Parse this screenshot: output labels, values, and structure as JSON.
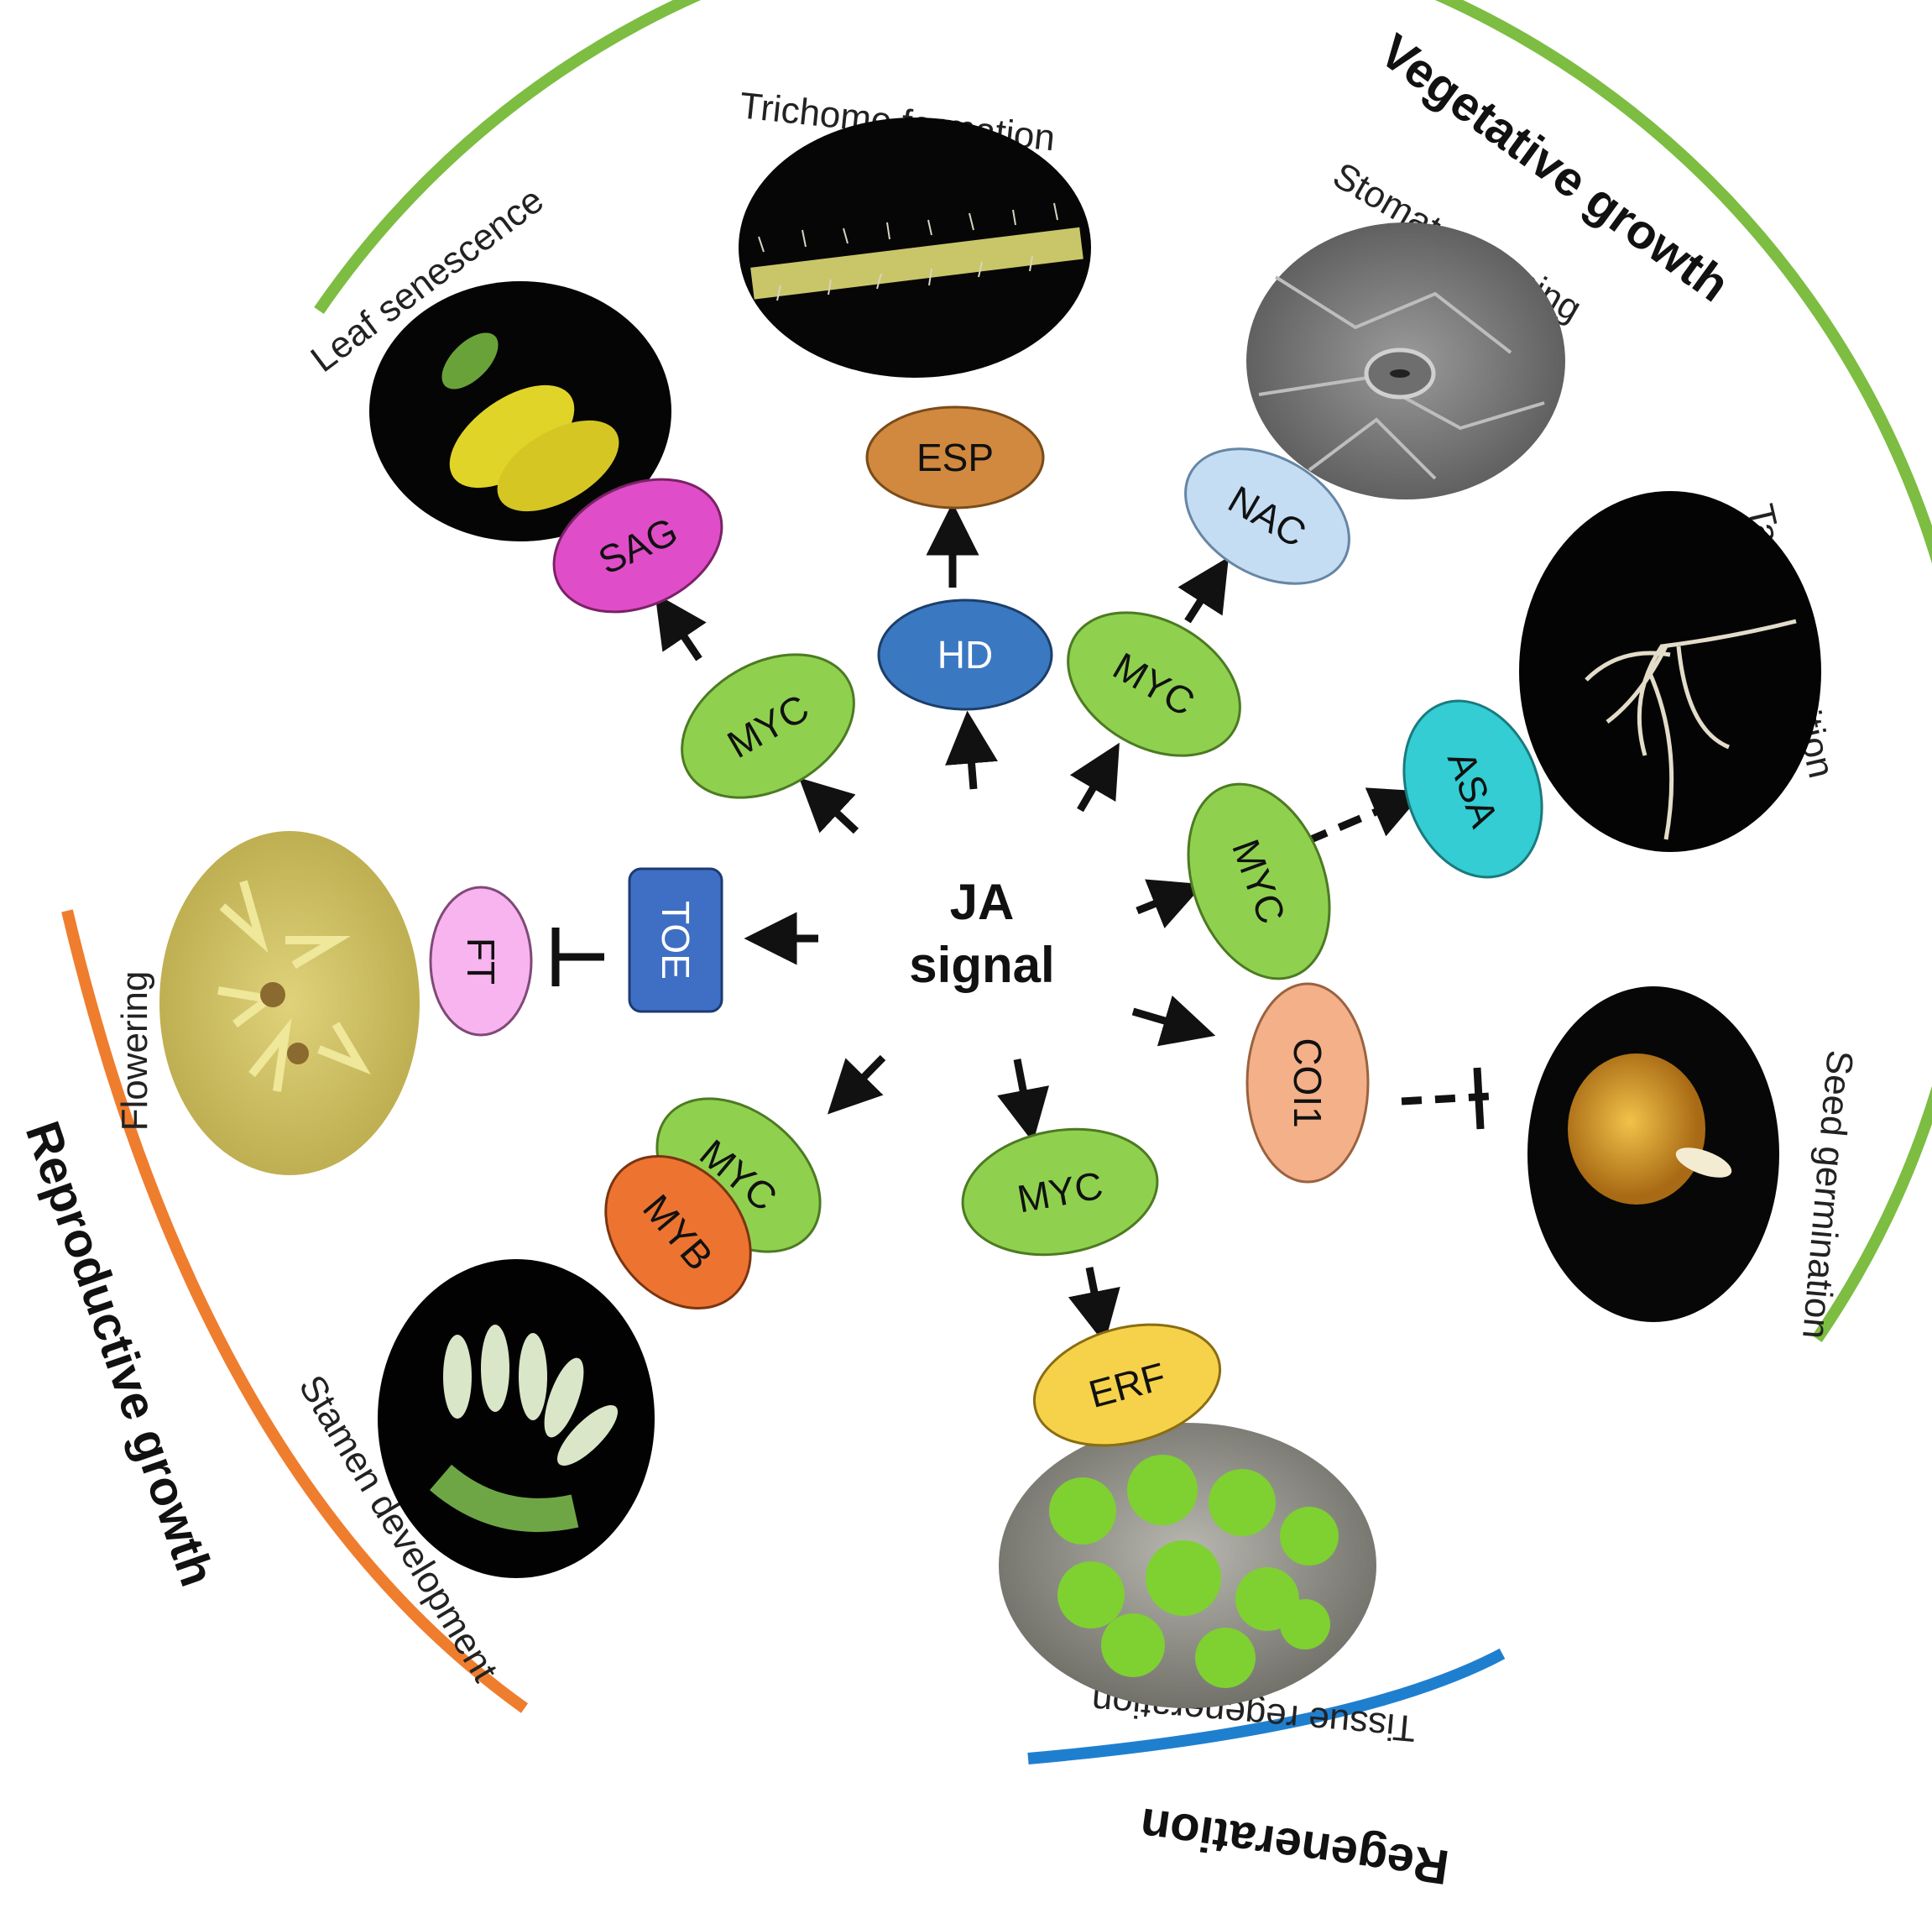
{
  "center": {
    "line1": "JA",
    "line2": "signal"
  },
  "categories": {
    "vegetative": {
      "title": "Vegetative growth",
      "color": "#7cbd42"
    },
    "reproductive": {
      "title": "Reproductive growth",
      "color": "#ef7d2e"
    },
    "regeneration": {
      "title": "Regeneration",
      "color": "#1f7fcf"
    }
  },
  "processes": {
    "leaf_senescence": "Leaf senescence",
    "trichome_formation": "Trichome formation",
    "stomata_opening": "Stomata opening",
    "taproot_inhibition": "Taproot inhibition",
    "seed_germination": "Seed germination",
    "flowering": "Flowering",
    "stamen_development": "Stamen development",
    "tissue_regeneration": "Tissue regeneration"
  },
  "nodes": {
    "sag": "SAG",
    "esp": "ESP",
    "nac": "NAC",
    "hd": "HD",
    "myc_left": "MYC",
    "myc_right": "MYC",
    "myc_asa": "MYC",
    "asa": "ASA",
    "coi1": "COI1",
    "toe": "TOE",
    "ft": "FT",
    "myc_stamen": "MYC",
    "myb": "MYB",
    "myc_regen": "MYC",
    "erf": "ERF"
  },
  "node_colors": {
    "myc": "#8fd14f",
    "sag": "#e04dc8",
    "esp": "#d0893f",
    "nac": "#c4ddf3",
    "hd": "#3a78c2",
    "asa": "#33cdd3",
    "coi1": "#f4b088",
    "toe": "#3f6fc4",
    "ft": "#f8b4ee",
    "myb": "#ed7430",
    "erf": "#f6d24a"
  },
  "images": [
    "leaf-photo",
    "trichome-photo",
    "stomata-photo",
    "taproot-photo",
    "seed-photo",
    "flower-photo",
    "stamen-photo",
    "tissue-photo"
  ]
}
